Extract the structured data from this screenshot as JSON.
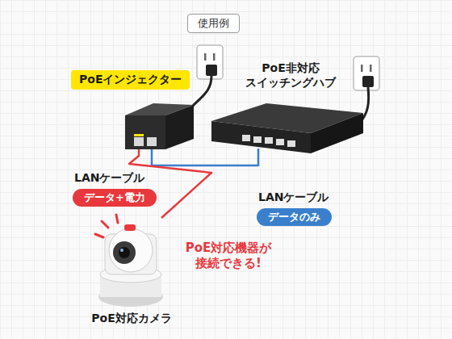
{
  "diagram": {
    "title": "使用例",
    "nodes": [
      {
        "text": [
          "PoEインジェクター"
        ]
      },
      {
        "text": [
          "PoE非対応 スイッチングハブ"
        ]
      },
      {
        "text": [
          "PoE対応カメラ"
        ]
      },
      {
        "text": [
          "LANケーブル",
          "データ+電力"
        ]
      },
      {
        "text": [
          "LANケーブル",
          "データのみ"
        ]
      }
    ],
    "edges": [
      {
        "from": 0,
        "to": 1,
        "arrow": "none"
      },
      {
        "from": 0,
        "to": 2,
        "arrow": "none"
      }
    ],
    "labels": [
      "PoE対応機器が 接続できる!"
    ]
  }
}
